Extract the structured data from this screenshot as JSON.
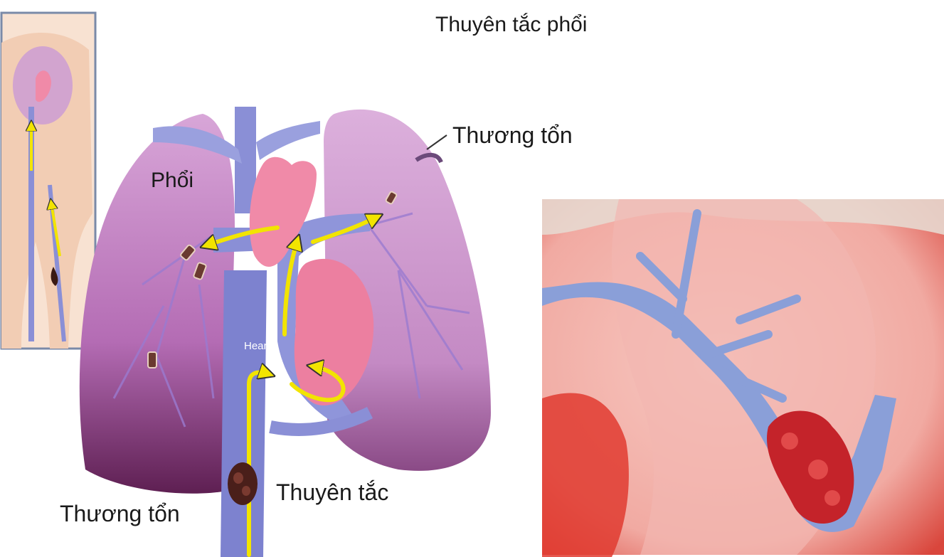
{
  "title": "Thuyên tắc phổi",
  "labels": {
    "lesion_top": "Thương tổn",
    "lung": "Phổi",
    "heart": "Heart",
    "embolus": "Thuyên tắc",
    "lesion_bottom": "Thương tổn"
  },
  "colors": {
    "lung": "#c98ec9",
    "lung_dark": "#6b2a5e",
    "vessel": "#8a8fd6",
    "heart": "#f08aa8",
    "arrow": "#f2e400",
    "clot": "#4a1f1a",
    "tissue": "#f3b3ad",
    "blood": "#d8262a"
  }
}
